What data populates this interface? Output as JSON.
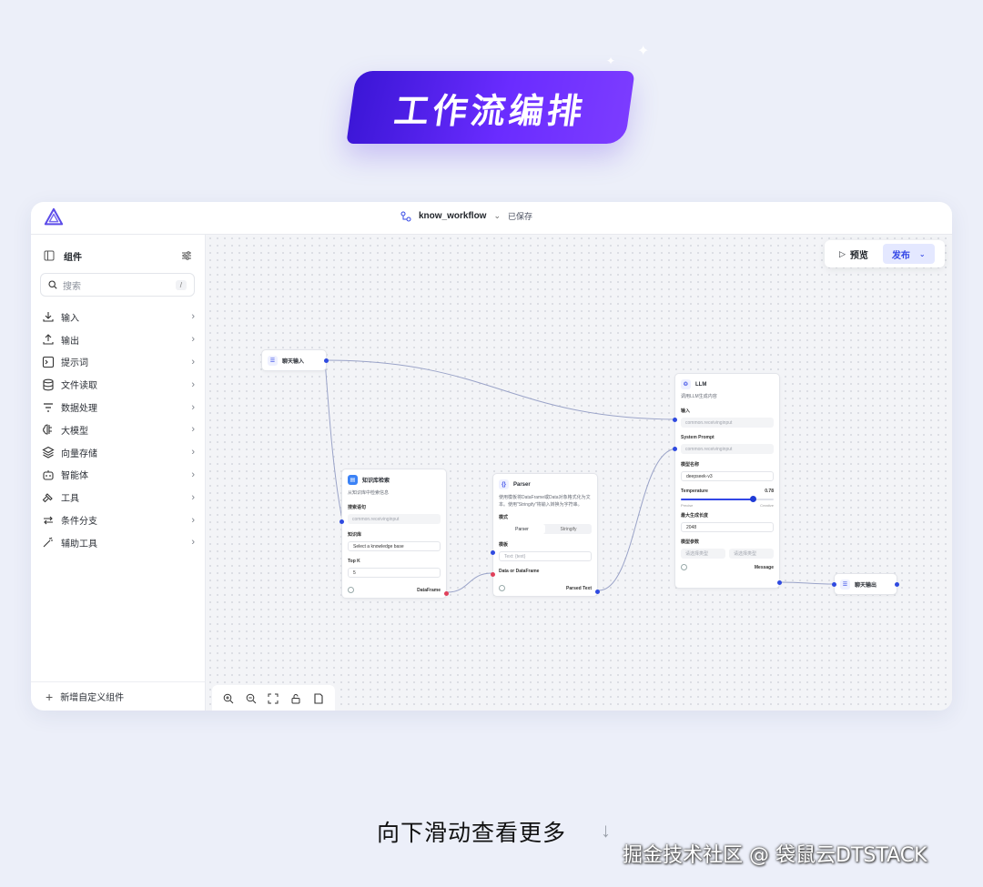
{
  "banner": {
    "title": "工作流编排"
  },
  "app": {
    "workflow_name": "know_workflow",
    "save_status": "已保存",
    "preview_label": "预览",
    "publish_label": "发布"
  },
  "sidebar": {
    "title": "组件",
    "search_placeholder": "搜索",
    "search_shortcut": "/",
    "items": [
      {
        "label": "输入",
        "icon": "download-icon"
      },
      {
        "label": "输出",
        "icon": "upload-icon"
      },
      {
        "label": "提示词",
        "icon": "terminal-icon"
      },
      {
        "label": "文件读取",
        "icon": "database-icon"
      },
      {
        "label": "数据处理",
        "icon": "filter-icon"
      },
      {
        "label": "大模型",
        "icon": "brain-icon"
      },
      {
        "label": "向量存储",
        "icon": "layers-icon"
      },
      {
        "label": "智能体",
        "icon": "bot-icon"
      },
      {
        "label": "工具",
        "icon": "hammer-icon"
      },
      {
        "label": "条件分支",
        "icon": "swap-icon"
      },
      {
        "label": "辅助工具",
        "icon": "magic-wand-icon"
      }
    ],
    "footer_label": "新增自定义组件"
  },
  "nodes": {
    "chat_input": {
      "title": "聊天输入"
    },
    "chat_output": {
      "title": "聊天输出"
    },
    "knowledge": {
      "title": "知识库检索",
      "desc": "从知识库中检索信息",
      "query_label": "搜索语句",
      "query_value": "common.receivinginput",
      "kb_label": "知识库",
      "kb_value": "Select a knowledge base",
      "topk_label": "Top K",
      "topk_value": "5",
      "output_label": "DataFrame"
    },
    "parser": {
      "title": "Parser",
      "desc": "使用模板将DataFrame或Data对象格式化为文本。使用\"Stringify\"将输入转换为字符串。",
      "mode_label": "模式",
      "mode_options": [
        "Parser",
        "Stringify"
      ],
      "template_label": "模板",
      "template_placeholder": "Text: {text}",
      "input_label": "Data or DataFrame",
      "output_label": "Parsed Text"
    },
    "llm": {
      "title": "LLM",
      "desc": "调用LLM生成内容",
      "input_label": "输入",
      "input_value": "common.receivinginput",
      "system_label": "System Prompt",
      "system_value": "common.receivinginput",
      "model_label": "模型名称",
      "model_value": "deepseek-v3",
      "temp_label": "Temperature",
      "temp_value": "0.78",
      "temp_min": "Precise",
      "temp_max": "Creative",
      "temp_fraction": 0.78,
      "maxlen_label": "最大生成长度",
      "maxlen_value": "2048",
      "params_label": "模型参数",
      "params_key_placeholder": "请选择类型",
      "params_val_placeholder": "请选择类型",
      "output_label": "Message"
    }
  },
  "footer": {
    "scroll_hint": "向下滑动查看更多",
    "arrow": "↓",
    "watermark": "掘金技术社区 @ 袋鼠云DTSTACK"
  }
}
